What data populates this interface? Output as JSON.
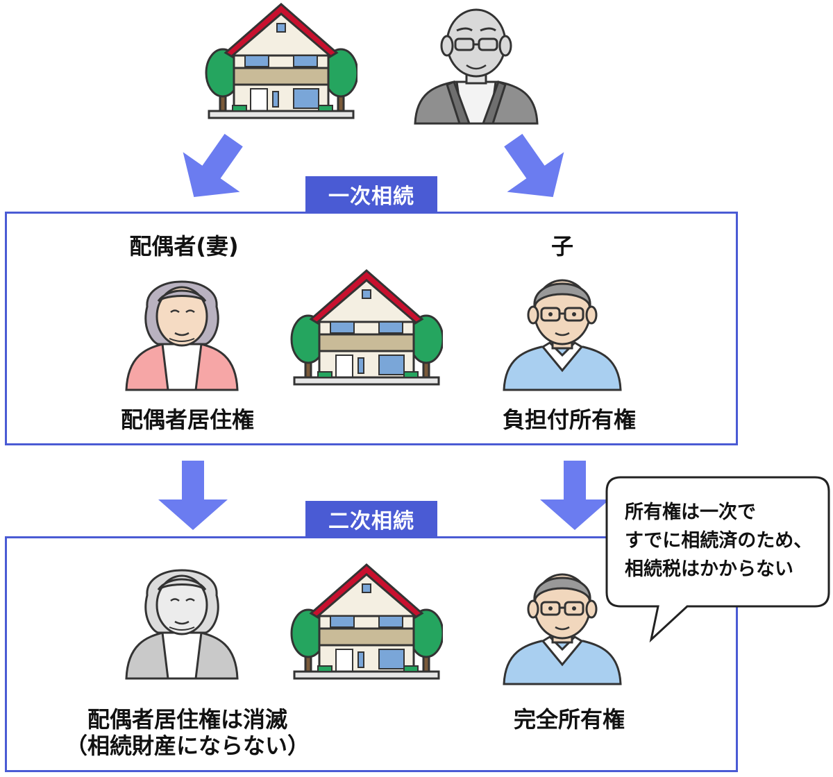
{
  "stage1": {
    "tag": "一次相続",
    "spouse_heading": "配偶者(妻)",
    "child_heading": "子",
    "spouse_right": "配偶者居住権",
    "child_right": "負担付所有権"
  },
  "stage2": {
    "tag": "二次相続",
    "spouse_line1": "配偶者居住権は消滅",
    "spouse_line2": "（相続財産にならない）",
    "child_right": "完全所有権"
  },
  "bubble": {
    "line1": "所有権は一次で",
    "line2": "すでに相続済のため、",
    "line3": "相続税はかからない"
  },
  "icons": [
    "house-icon",
    "grandfather-icon",
    "grandmother-icon",
    "son-icon",
    "down-arrow-icon"
  ],
  "colors": {
    "accent": "#4a5bd4",
    "arrow": "#6b7cf0",
    "roof": "#c8102e",
    "tree": "#25a55f",
    "grandma_cardigan": "#f6a6a6",
    "son_vest": "#a9cff0",
    "grey_outfit": "#bdbdbd"
  }
}
